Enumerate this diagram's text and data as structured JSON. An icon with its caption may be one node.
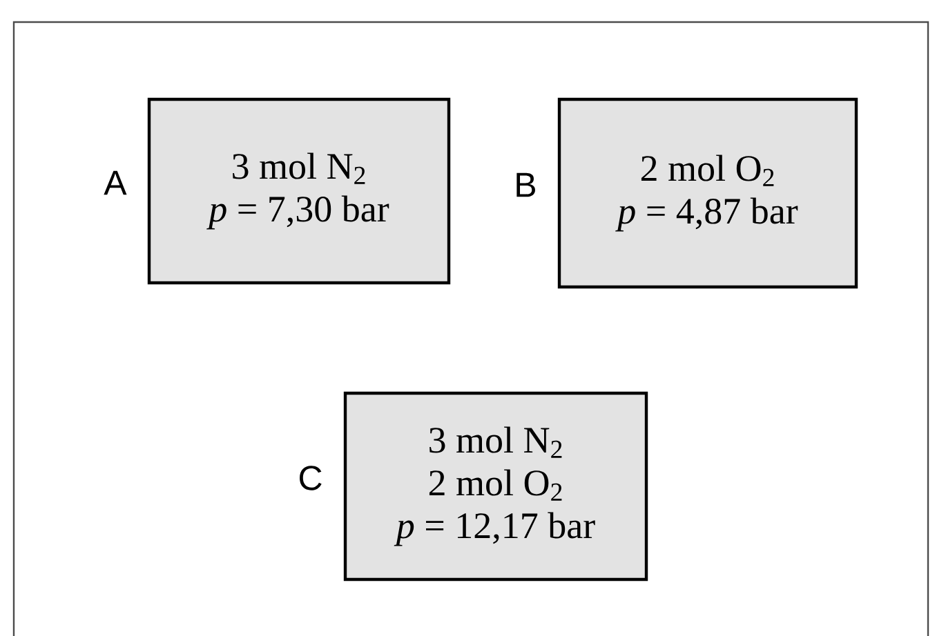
{
  "diagram": {
    "nodes": [
      {
        "text": [
          "3 mol N$_{2}$",
          "*p* = 7,30 bar"
        ],
        "beside": [
          "A"
        ]
      },
      {
        "text": [
          "2 mol O$_{2}$",
          "*p* = 4,87 bar"
        ],
        "beside": [
          "B"
        ]
      },
      {
        "text": [
          "3 mol N$_{2}$",
          "2 mol O$_{2}$",
          "*p* = 12,17 bar"
        ],
        "beside": [
          "C"
        ]
      }
    ]
  }
}
